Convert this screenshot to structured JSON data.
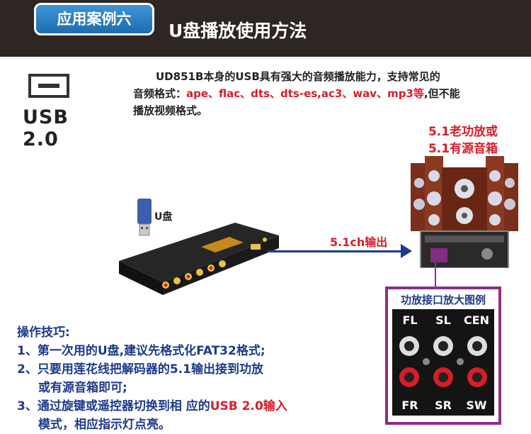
{
  "header": {
    "badge": "应用案例六",
    "title": "U盘播放使用方法"
  },
  "usb": {
    "label": "USB 2.0"
  },
  "intro": {
    "line1_lead": "UD851B本身的USB具有强大的音频播放能力，支持常见的",
    "line2_lead": "音频格式：",
    "formats": "ape、flac、dts、dts-es,ac3、wav、mp3等",
    "line2_tail": ",但不能",
    "line3": "播放视频格式。"
  },
  "speakers": {
    "caption_line1": "5.1老功放或",
    "caption_line2": "5.1有源音箱"
  },
  "device": {
    "drive_label": "U盘"
  },
  "output": {
    "label": "5.1ch输出"
  },
  "panel": {
    "title": "功放接口放大图例",
    "channels_top": [
      "FL",
      "SL",
      "CEN"
    ],
    "channels_bottom": [
      "FR",
      "SR",
      "SW"
    ]
  },
  "tips": {
    "heading": "操作技巧:",
    "item1": "1、第一次用的U盘,建议先格式化FAT32格式;",
    "item2_line1": "2、只要用莲花线把解码器的5.1输出接到功放",
    "item2_line2": "或有源音箱即可;",
    "item3_lead": "3、通过旋键或遥控器切换到相 应的",
    "item3_highlight": "USB 2.0输入",
    "item3_line2": "模式，相应指示灯点亮。"
  },
  "colors": {
    "header_bg": "#2d2623",
    "badge_blue": "#2a7fc8",
    "accent_red": "#d61e2a",
    "tips_blue": "#1e3a8a",
    "panel_border": "#8d2e8a"
  }
}
